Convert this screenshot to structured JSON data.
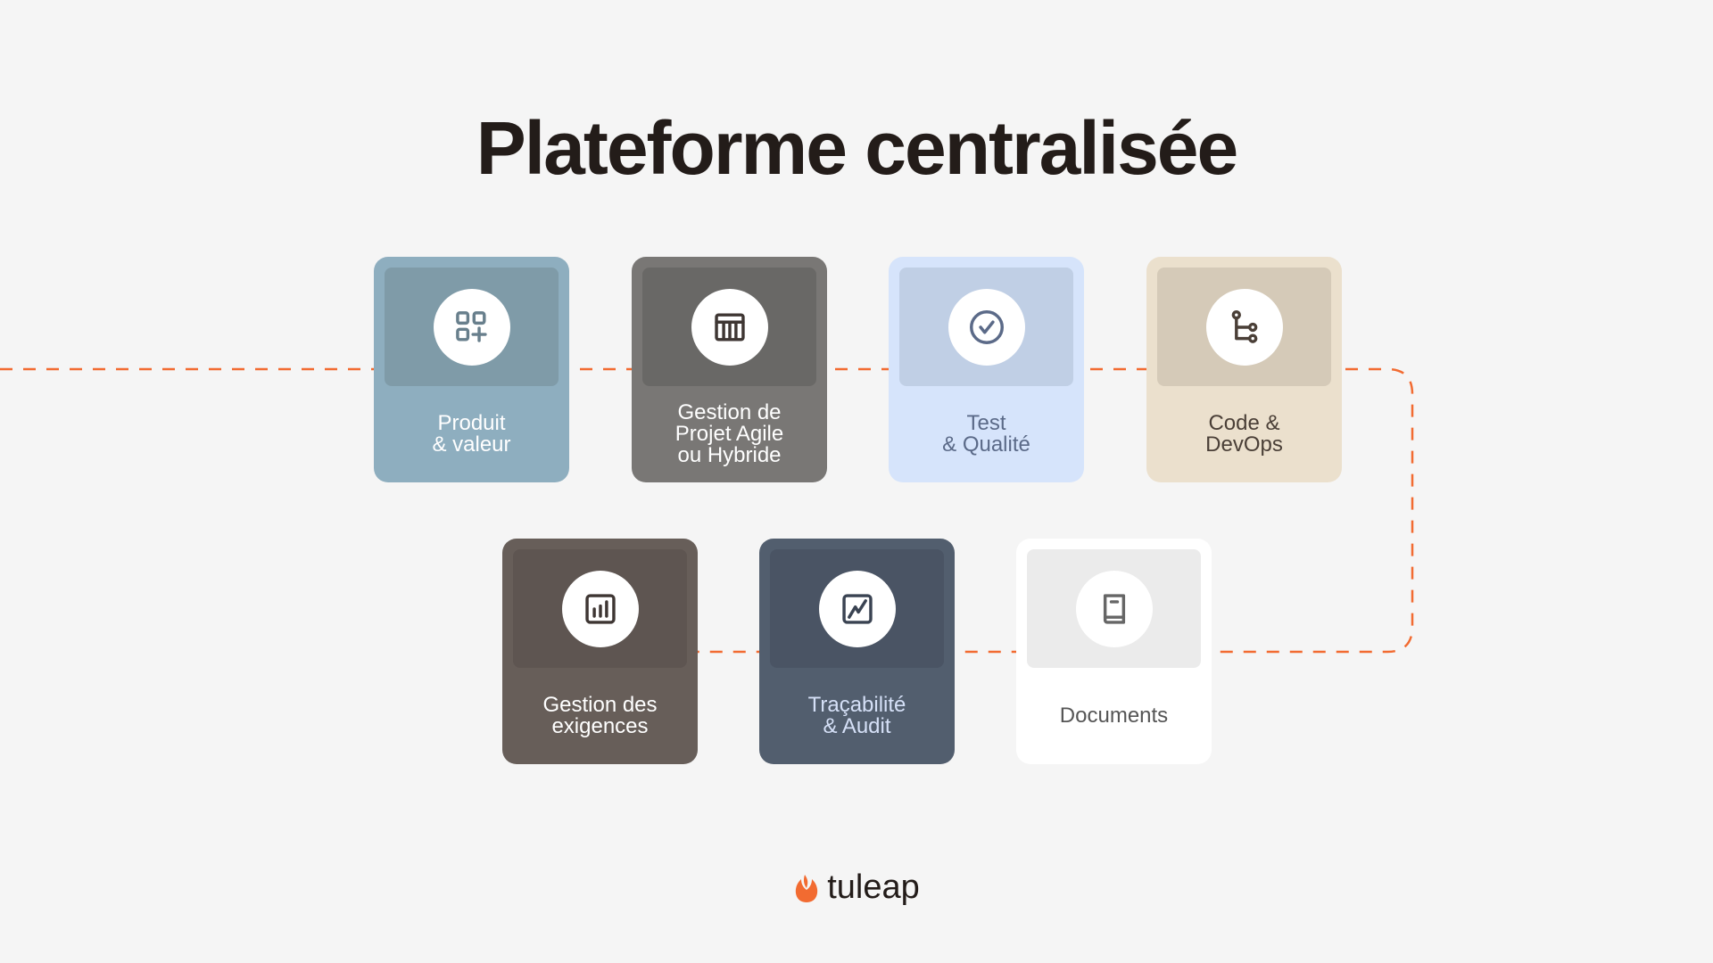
{
  "title": "Plateforme centralisée",
  "cards": [
    {
      "lines": [
        "Produit",
        "& valeur"
      ],
      "icon": "apps-add-icon",
      "bg": "#8eaebf",
      "inner": "#7f9ba8",
      "text": "#ffffff",
      "iconColor": "#687f8c"
    },
    {
      "lines": [
        "Gestion de",
        "Projet Agile",
        "ou Hybride"
      ],
      "icon": "table-icon",
      "bg": "#797775",
      "inner": "#696866",
      "text": "#ffffff",
      "iconColor": "#3e3633"
    },
    {
      "lines": [
        "Test",
        "& Qualité"
      ],
      "icon": "check-circle-icon",
      "bg": "#d6e4fb",
      "inner": "#c0cfe5",
      "text": "#5b6a88",
      "iconColor": "#5b6a88"
    },
    {
      "lines": [
        "Code &",
        "DevOps"
      ],
      "icon": "git-branch-icon",
      "bg": "#ebe0cd",
      "inner": "#d5cab8",
      "text": "#4a3f37",
      "iconColor": "#4a3f37"
    },
    {
      "lines": [
        "Gestion des",
        "exigences"
      ],
      "icon": "bar-chart-icon",
      "bg": "#675e59",
      "inner": "#5e5551",
      "text": "#ffffff",
      "iconColor": "#3e3633"
    },
    {
      "lines": [
        "Traçabilité",
        "& Audit"
      ],
      "icon": "trend-chart-icon",
      "bg": "#525e6e",
      "inner": "#4a5464",
      "text": "#d5e0f7",
      "iconColor": "#3a4352"
    },
    {
      "lines": [
        "Documents"
      ],
      "icon": "book-icon",
      "bg": "#ffffff",
      "inner": "#ebebeb",
      "text": "#555555",
      "iconColor": "#666666"
    }
  ],
  "accent": "#f26b31",
  "logo": {
    "text": "tuleap"
  }
}
